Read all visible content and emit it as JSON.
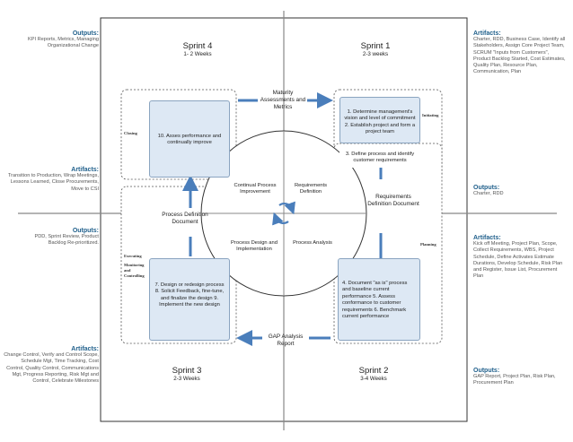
{
  "left_panel": {
    "outputs_top": {
      "header": "Outputs:",
      "text": "KPI Reports, Metrics, Managing Organizational Change"
    },
    "artifacts_mid": {
      "header": "Artifacts:",
      "text": "Transition to Production, Wrap Meetings, Lessons Learned, Close Procurements, Move to CSI"
    },
    "outputs_mid": {
      "header": "Outputs:",
      "text": "PDD, Sprint Review, Product Backlog Re-prioritized."
    },
    "artifacts_bottom": {
      "header": "Artifacts:",
      "text": "Change Control, Verify and Control Scope, Schedule Mgt, Time Tracking, Cost Control, Quality Control, Communications Mgt, Progress Reporting, Risk Mgt and Control, Celebrate Milestones"
    }
  },
  "right_panel": {
    "artifacts_top": {
      "header": "Artifacts:",
      "text": "Charter, RDD, Business Case, Identify all Stakeholders, Assign Core Project Team, SCRUM \"Inputs from Customers\", Product Backlog Started, Cost Estimates, Quality Plan, Resource Plan, Communication, Plan"
    },
    "outputs_mid": {
      "header": "Outputs:",
      "text": "Charter, RDD"
    },
    "artifacts_mid": {
      "header": "Artifacts:",
      "text": "Kick off Meeting, Project Plan, Scope, Collect Requirements, WBS, Project Schedule, Define Activates Estimate Durations, Develop Schedule, Risk Plan and Register, Issue List, Procurement Plan"
    },
    "outputs_bottom": {
      "header": "Outputs:",
      "text": "GAP Report, Project Plan, Risk Plan, Procurement Plan"
    }
  },
  "sprints": {
    "s4": {
      "title": "Sprint 4",
      "duration": "1- 2 Weeks"
    },
    "s1": {
      "title": "Sprint 1",
      "duration": "2-3 weeks"
    },
    "s3": {
      "title": "Sprint 3",
      "duration": "2-3 Weeks"
    },
    "s2": {
      "title": "Sprint 2",
      "duration": "3-4 Weeks"
    }
  },
  "phases": {
    "closing": "Closing",
    "initiating": "Initiating",
    "planning": "Planning",
    "executing": "Executing",
    "monitoring": "Monitoring and Controlling"
  },
  "boxes": {
    "top_right": "1. Determine management's vision and level of commitment 2. Establish project and form a project team",
    "top_right_2": "3. Define process and identify customer requirements",
    "top_left": "10. Asses performance and continually improve",
    "bottom_left": "7. Design or redesign process 8. Solicit Feedback, fine-tune, and finalize the design 9. Implement the new design",
    "bottom_right": "4. Document \"as is\" process and baseline current performance 5. Assess conformance to customer requirements 6. Benchmark current performance"
  },
  "mid_labels": {
    "maturity": "Maturity Assessments and Metrics",
    "rdd": "Requirements Definition Document",
    "pdd": "Process Definition Document",
    "gap": "GAP Analysis Report"
  },
  "circle": {
    "q_tl": "Continual Process Improvement",
    "q_tr": "Requirements Definition",
    "q_bl": "Process Design and Implementation",
    "q_br": "Process Analysis"
  },
  "colors": {
    "accent": "#4a7ebb",
    "box_fill": "#dde8f4",
    "header_blue": "#1f5f8b"
  }
}
